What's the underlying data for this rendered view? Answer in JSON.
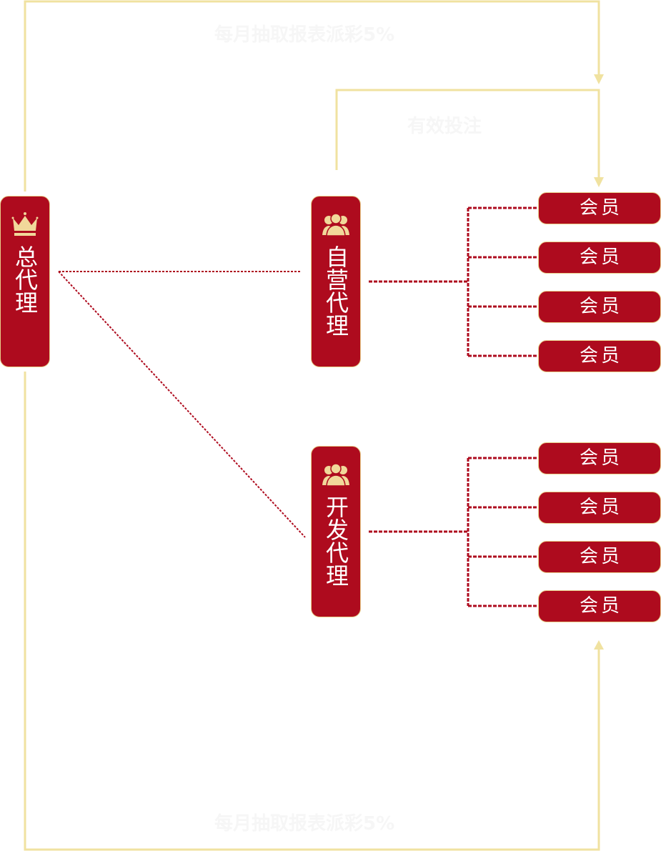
{
  "colors": {
    "node_fill": "#ae0b1e",
    "node_border": "#e8cf8a",
    "flow_line": "#f0e2a0",
    "dotted_line": "#ae0b1e",
    "icon": "#f1d89a",
    "faint_text": "#f6f6f6"
  },
  "labels": {
    "top_flow": "每月抽取报表派彩5%",
    "effective_bet": "有效投注",
    "bottom_flow": "每月抽取报表派彩5%"
  },
  "nodes": {
    "general_agent": {
      "label": "总代理",
      "icon": "crown-icon"
    },
    "self_agent": {
      "label": "自营代理",
      "icon": "users-icon"
    },
    "dev_agent": {
      "label": "开发代理",
      "icon": "users-icon"
    }
  },
  "self_members": [
    {
      "label": "会员"
    },
    {
      "label": "会员"
    },
    {
      "label": "会员"
    },
    {
      "label": "会员"
    }
  ],
  "dev_members": [
    {
      "label": "会员"
    },
    {
      "label": "会员"
    },
    {
      "label": "会员"
    },
    {
      "label": "会员"
    }
  ]
}
